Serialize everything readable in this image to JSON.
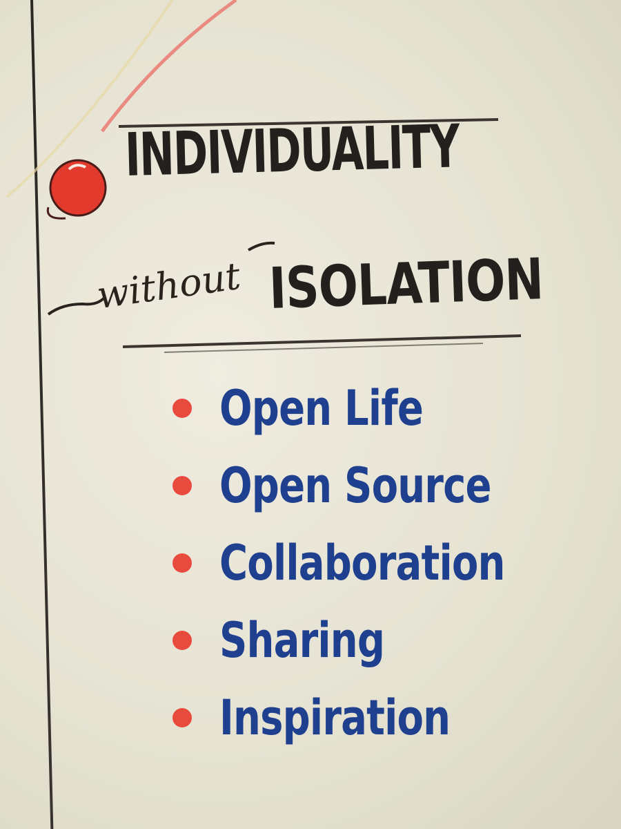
{
  "heading": {
    "line1": "INDIVIDUALITY",
    "connector": "without",
    "line2": "ISOLATION"
  },
  "list": {
    "items": [
      {
        "label": "Open Life"
      },
      {
        "label": "Open Source"
      },
      {
        "label": "Collaboration"
      },
      {
        "label": "Sharing"
      },
      {
        "label": "Inspiration"
      }
    ]
  },
  "colors": {
    "board": "#e6e3d3",
    "heading_ink": "#23201d",
    "list_ink": "#1f3f8f",
    "bullet": "#e84b3e",
    "accent_line": "#e8765a"
  },
  "icons": {
    "top_bullet": "red-circle-bullet-icon",
    "list_bullet": "red-dot-bullet-icon"
  }
}
